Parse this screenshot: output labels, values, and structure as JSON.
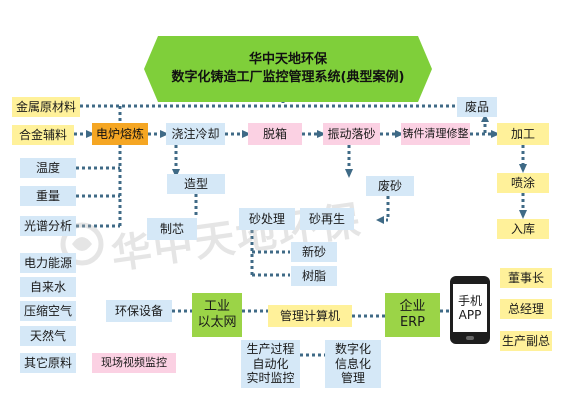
{
  "title": {
    "line1": "华中天地环保",
    "line2": "数字化铸造工厂监控管理系统(典型案例)"
  },
  "watermark": "华中天地环保",
  "colors": {
    "title_bg": "#7fcf3a",
    "flow_line": "#3f6a86",
    "light_blue": "#d5e8f7",
    "pink": "#fbd1e3",
    "yellow": "#fff19a",
    "orange": "#f5a623",
    "green_hub": "#9bd447"
  },
  "inputs": [
    "金属原材料",
    "合金辅料"
  ],
  "process": [
    "电炉熔炼",
    "浇注冷却",
    "脱箱",
    "振动落砂",
    "铸件清理修整"
  ],
  "furnace_checks": [
    "温度",
    "重量",
    "光谱分析"
  ],
  "molding": {
    "model": "造型",
    "core": "制芯",
    "sand_processing": "砂处理",
    "sand_recycling": "砂再生",
    "new_sand": "新砂",
    "resin": "树脂",
    "waste_sand": "废砂"
  },
  "finishing": [
    "废品",
    "加工",
    "喷涂",
    "入库"
  ],
  "energy": [
    "电力能源",
    "自来水",
    "压缩空气",
    "天然气",
    "其它原料"
  ],
  "network": {
    "industrial_ethernet": "工业\n以太网",
    "environmental_equipment": "环保设备",
    "video_monitoring": "现场视频监控",
    "management_computer": "管理计算机",
    "production_monitoring": "生产过程\n自动化\n实时监控",
    "digital_management": "数字化\n信息化\n管理",
    "enterprise_erp": "企业\nERP",
    "mobile_app": "手机\nAPP"
  },
  "executives": [
    "董事长",
    "总经理",
    "生产副总"
  ]
}
